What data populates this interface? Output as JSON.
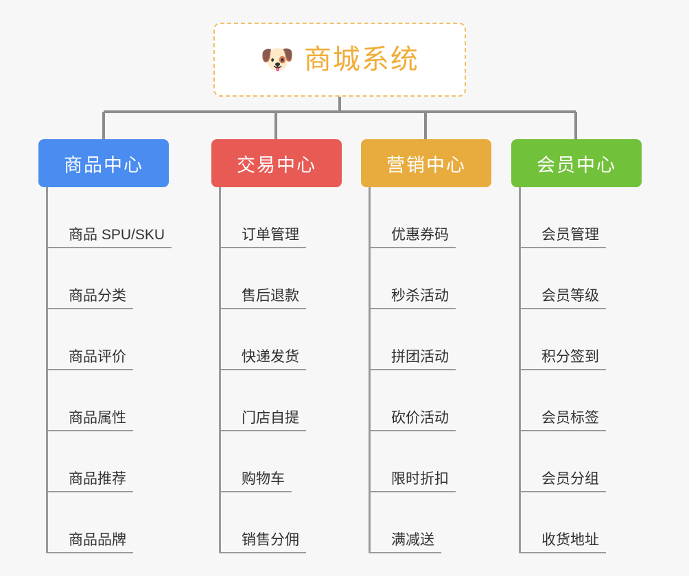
{
  "root": {
    "icon": "dog-face-icon",
    "emoji": "🐶",
    "title": "商城系统",
    "accent_color": "#f0ad38",
    "border_color": "#f0c068",
    "background": "#ffffff"
  },
  "canvas": {
    "background": "#f7f7f7",
    "connector_color": "#8c8c8c"
  },
  "branches": [
    {
      "id": "product-center",
      "label": "商品中心",
      "color": "#4a8cf0",
      "leaves": [
        {
          "label": "商品 SPU/SKU"
        },
        {
          "label": "商品分类"
        },
        {
          "label": "商品评价"
        },
        {
          "label": "商品属性"
        },
        {
          "label": "商品推荐"
        },
        {
          "label": "商品品牌"
        }
      ]
    },
    {
      "id": "trade-center",
      "label": "交易中心",
      "color": "#e85b55",
      "leaves": [
        {
          "label": "订单管理"
        },
        {
          "label": "售后退款"
        },
        {
          "label": "快递发货"
        },
        {
          "label": "门店自提"
        },
        {
          "label": "购物车"
        },
        {
          "label": "销售分佣"
        }
      ]
    },
    {
      "id": "marketing-center",
      "label": "营销中心",
      "color": "#e8ac3e",
      "leaves": [
        {
          "label": "优惠券码"
        },
        {
          "label": "秒杀活动"
        },
        {
          "label": "拼团活动"
        },
        {
          "label": "砍价活动"
        },
        {
          "label": "限时折扣"
        },
        {
          "label": "满减送"
        }
      ]
    },
    {
      "id": "member-center",
      "label": "会员中心",
      "color": "#72c13b",
      "leaves": [
        {
          "label": "会员管理"
        },
        {
          "label": "会员等级"
        },
        {
          "label": "积分签到"
        },
        {
          "label": "会员标签"
        },
        {
          "label": "会员分组"
        },
        {
          "label": "收货地址"
        }
      ]
    }
  ]
}
